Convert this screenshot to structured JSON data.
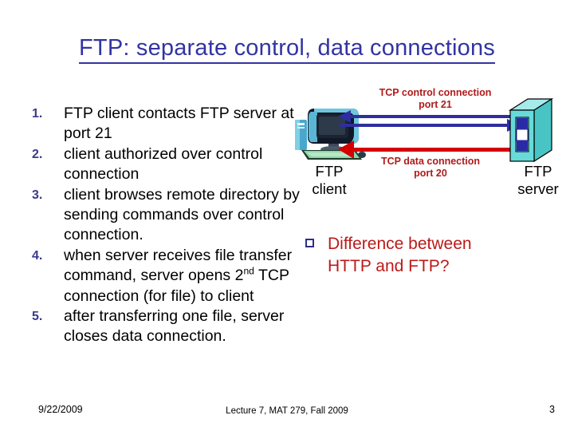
{
  "slide": {
    "title": "FTP: separate control, data connections"
  },
  "steps": [
    {
      "num": "1.",
      "text": "FTP client contacts FTP server at port 21"
    },
    {
      "num": "2.",
      "text": "client authorized over control connection"
    },
    {
      "num": "3.",
      "text": "client browses remote directory by sending commands over control connection."
    },
    {
      "num": "4.",
      "text": "when server receives  file transfer command, server opens 2nd TCP connection (for file) to client",
      "html": "when server receives  file transfer command, server opens 2<sup>nd</sup> TCP connection (for file) to client"
    },
    {
      "num": "5.",
      "text": "after transferring one file, server closes data connection."
    }
  ],
  "diagram": {
    "control_label_line1": "TCP control connection",
    "control_label_line2": "port 21",
    "data_label_line1": "TCP data connection",
    "data_label_line2": "port 20",
    "client_label_line1": "FTP",
    "client_label_line2": "client",
    "server_label_line1": "FTP",
    "server_label_line2": "server",
    "client_icon_name": "desktop-computer-icon",
    "server_icon_name": "server-tower-icon",
    "colors": {
      "control_arrow": "#2e2e9e",
      "data_arrow": "#d40000",
      "label_red": "#b01a1a",
      "server_body": "#5fd6d6",
      "server_top": "#9fe8e8",
      "server_panel": "#2a2aa8"
    }
  },
  "question": {
    "bullet_icon_name": "hollow-square-bullet-icon",
    "line1": "Difference between",
    "line2": "HTTP and FTP?",
    "color": "#bb1a1a"
  },
  "footer": {
    "date": "9/22/2009",
    "center": "Lecture 7, MAT 279, Fall 2009",
    "page": "3"
  },
  "theme": {
    "title_color": "#3333a3",
    "number_color": "#3a3a8c",
    "background": "#ffffff"
  }
}
